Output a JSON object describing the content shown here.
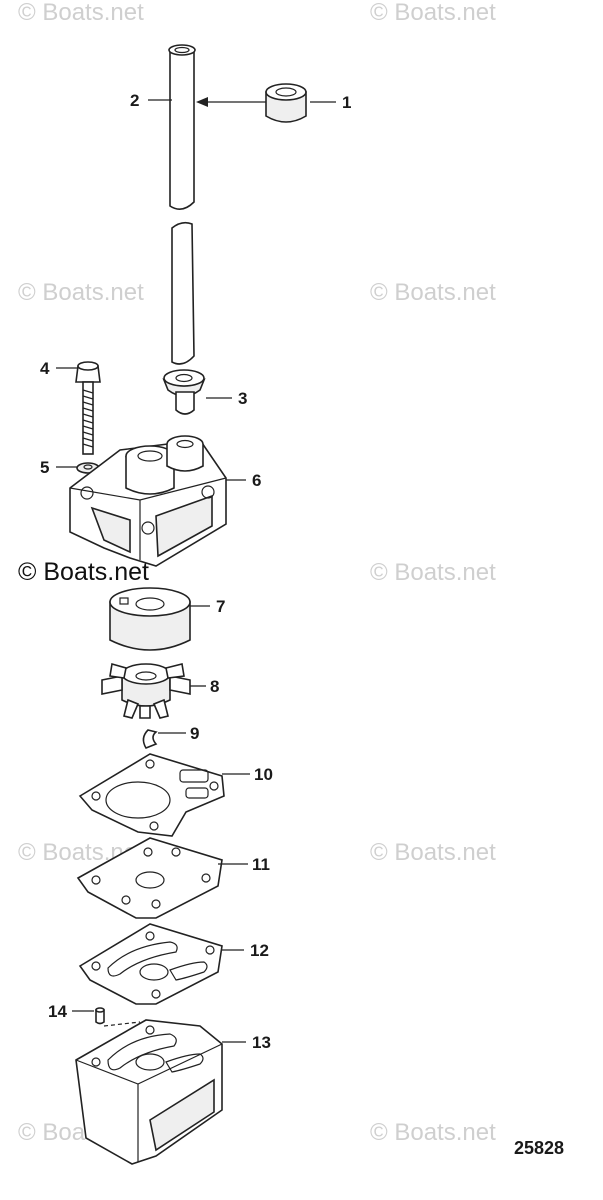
{
  "watermark": {
    "text": "© Boats.net",
    "color": "#cfcfcf",
    "prominent_color": "#111111"
  },
  "figure_number": "25828",
  "callouts": {
    "c1": "1",
    "c2": "2",
    "c3": "3",
    "c4": "4",
    "c5": "5",
    "c6": "6",
    "c7": "7",
    "c8": "8",
    "c9": "9",
    "c10": "10",
    "c11": "11",
    "c12": "12",
    "c13": "13",
    "c14": "14"
  },
  "parts": [
    "grommet",
    "water-tube",
    "water-tube-seal",
    "bolt",
    "washer",
    "water-pump-body",
    "pump-insert",
    "impeller",
    "drive-key",
    "gasket",
    "face-plate",
    "gasket",
    "pump-base",
    "dowel-pin"
  ]
}
